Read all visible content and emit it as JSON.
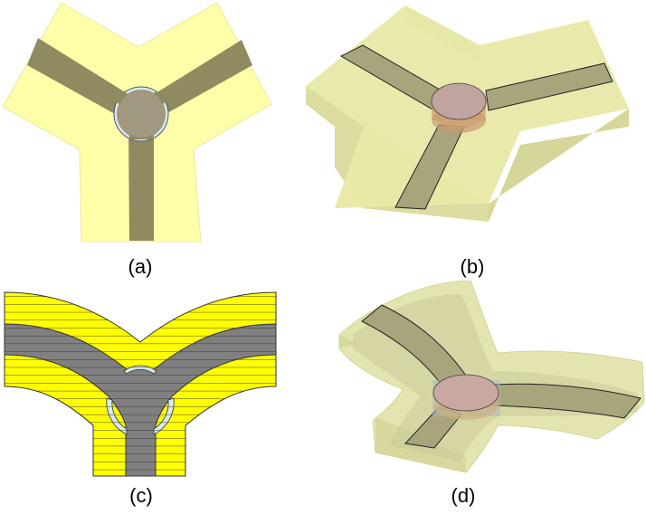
{
  "figure": {
    "panels": [
      {
        "id": "a",
        "caption": "(a)",
        "description": "Top view of Y-junction circulator: yellow substrate with three olive strip arms meeting at grey circular ferrite disk"
      },
      {
        "id": "b",
        "caption": "(b)",
        "description": "3D perspective view of Y-junction with translucent substrate block, three strip arms and central ferrite disk"
      },
      {
        "id": "c",
        "caption": "(c)",
        "description": "Top view of curved-arm Y-junction with horizontal hatch lines, yellow substrate and grey conductor"
      },
      {
        "id": "d",
        "caption": "(d)",
        "description": "3D perspective view of curved-arm Y-junction with translucent substrate and central ferrite disk"
      }
    ],
    "colors": {
      "substrate_light": "#ffffaa",
      "substrate_3d": "#e6e6a0",
      "substrate_bright": "#ffff00",
      "strip_olive": "#8f8a60",
      "strip_grey": "#808080",
      "disk": "#a09880",
      "disk_3d": "#c8a8a0",
      "gap_light": "#d8e8ee",
      "outline": "#333333"
    }
  }
}
